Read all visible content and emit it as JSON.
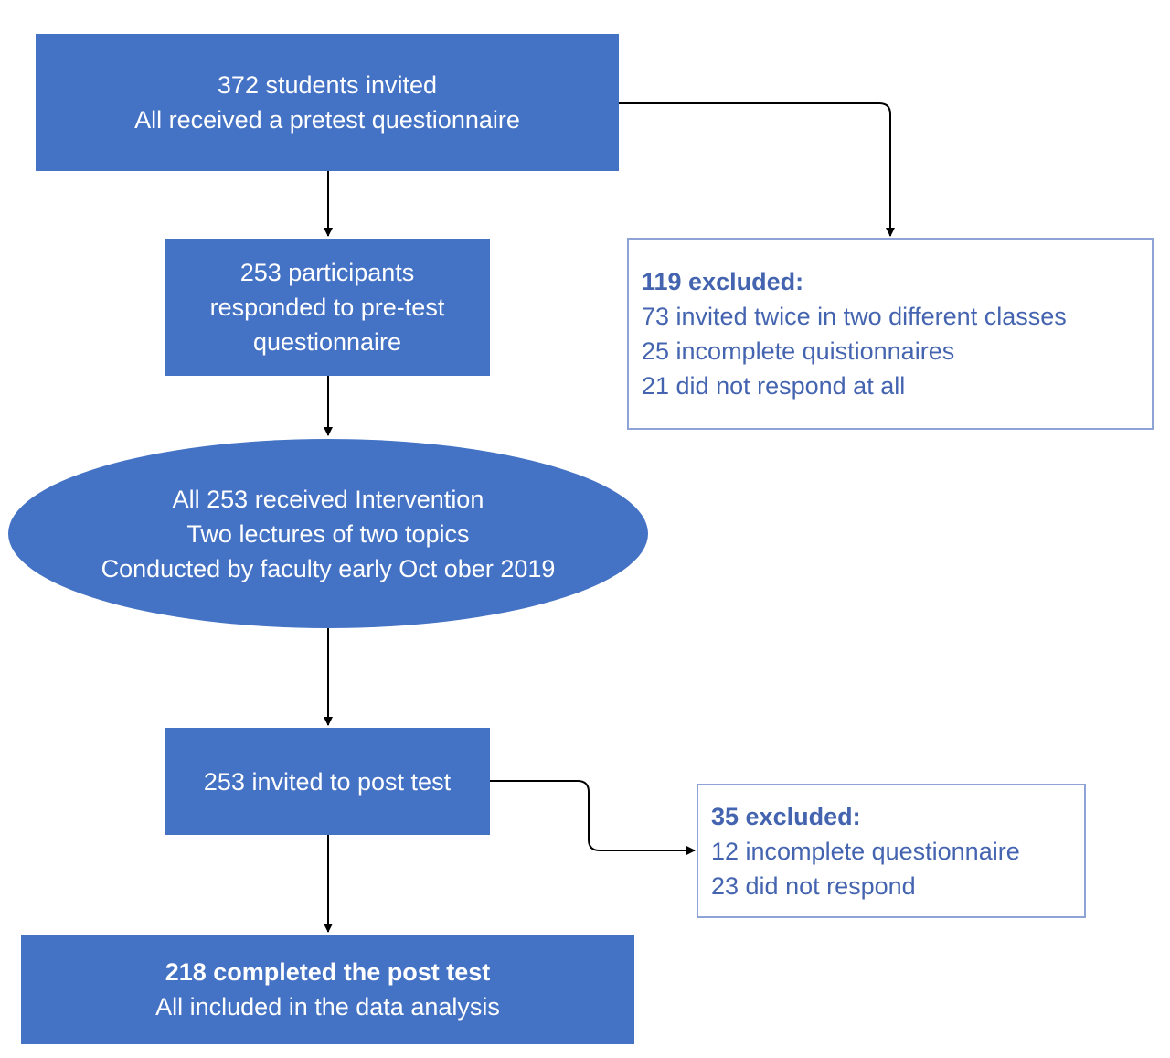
{
  "colors": {
    "node_fill": "#4472c4",
    "node_text": "#ffffff",
    "exclusion_border": "#8ea3d6",
    "exclusion_text": "#4464b0",
    "arrow": "#000000"
  },
  "nodes": {
    "invited": {
      "line1": "372 students invited",
      "line2": "All received a pretest questionnaire"
    },
    "responded": {
      "line1": "253 participants",
      "line2": "responded to pre-test",
      "line3": "questionnaire"
    },
    "intervention": {
      "line1": "All 253 received Intervention",
      "line2": "Two lectures of two topics",
      "line3": "Conducted by faculty early Oct ober 2019"
    },
    "posttest_invited": {
      "line1": "253 invited to post test"
    },
    "completed": {
      "line1": "218 completed the post test",
      "line2": "All included in the data analysis"
    }
  },
  "exclusions": {
    "first": {
      "heading": "119 excluded:",
      "items": [
        "73 invited twice in two different classes",
        "25 incomplete quistionnaires",
        "21 did not respond at all"
      ]
    },
    "second": {
      "heading": "35 excluded:",
      "items": [
        "12 incomplete questionnaire",
        "23 did not respond"
      ]
    }
  }
}
